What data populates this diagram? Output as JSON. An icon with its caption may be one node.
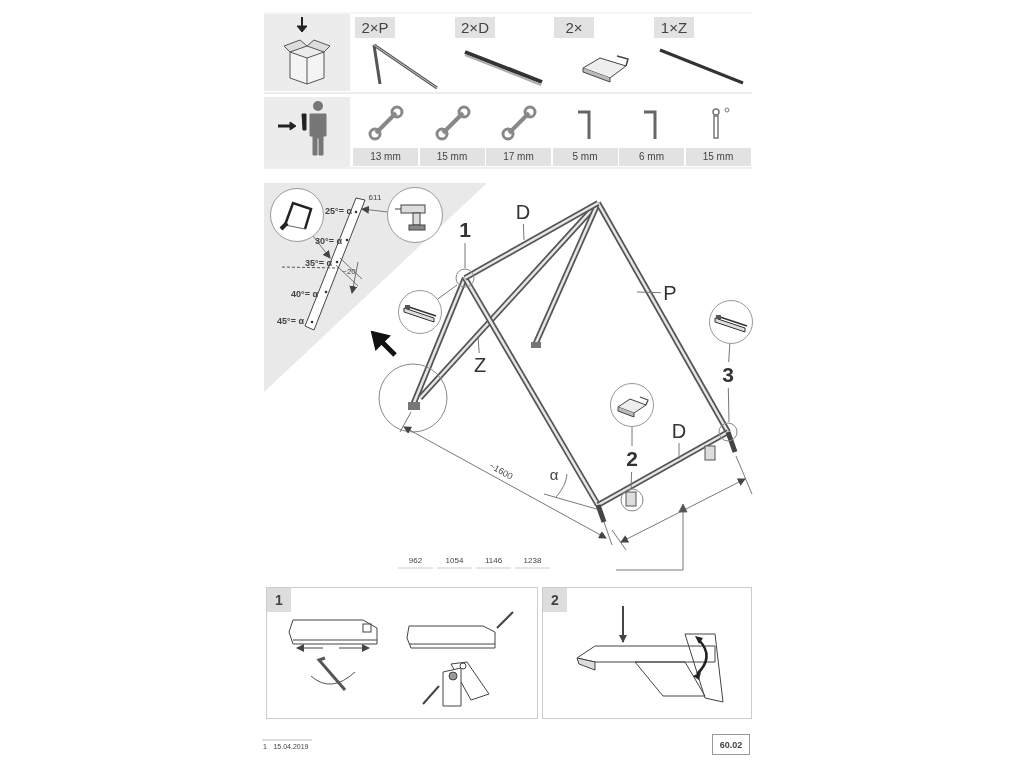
{
  "diagram": {
    "nodes": [
      {
        "text": [],
        "shape": "picture"
      },
      {
        "text": [],
        "shape": "picture"
      },
      {
        "text": [
          "D"
        ]
      },
      {
        "text": [
          "1"
        ]
      },
      {
        "text": [
          "P"
        ]
      },
      {
        "text": [],
        "shape": "picture"
      },
      {
        "text": [],
        "shape": "picture"
      },
      {
        "text": [
          "Z"
        ]
      },
      {
        "text": [
          "3"
        ]
      },
      {
        "text": [],
        "shape": "picture"
      },
      {
        "text": [
          "D"
        ]
      },
      {
        "text": [
          "2"
        ]
      },
      {
        "text": [
          "1"
        ]
      },
      {
        "text": [
          "2"
        ]
      },
      {
        "text": [],
        "shape": "bar"
      }
    ],
    "edges": [
      {
        "from": 0,
        "to": 14,
        "arrow": "to"
      },
      {
        "from": 1,
        "to": 14,
        "arrow": "to"
      },
      {
        "from": 2,
        "to": null,
        "arrow": "none"
      },
      {
        "from": 3,
        "to": null,
        "arrow": "none"
      },
      {
        "from": 5,
        "to": null,
        "arrow": "none"
      },
      {
        "from": 4,
        "to": null,
        "arrow": "none"
      },
      {
        "from": 7,
        "to": null,
        "arrow": "none"
      },
      {
        "from": 8,
        "to": 6,
        "arrow": "none"
      },
      {
        "from": 8,
        "to": null,
        "arrow": "none"
      },
      {
        "from": 9,
        "to": 11,
        "arrow": "none"
      },
      {
        "from": 11,
        "to": null,
        "arrow": "none"
      },
      {
        "from": 10,
        "to": null,
        "arrow": "none"
      }
    ],
    "labels": [
      "2×P",
      "2×D",
      "2×",
      "1×Z",
      "13 mm",
      "15 mm",
      "17 mm",
      "5 mm",
      "6 mm",
      "15 mm",
      "25°= α",
      "611",
      "30°= α",
      "35°= α",
      "~20",
      "40°= α",
      "45°= α",
      "~1600",
      "α",
      "962",
      "1054",
      "1146",
      "1238",
      "1",
      "15.04.2019",
      "60.02"
    ]
  }
}
